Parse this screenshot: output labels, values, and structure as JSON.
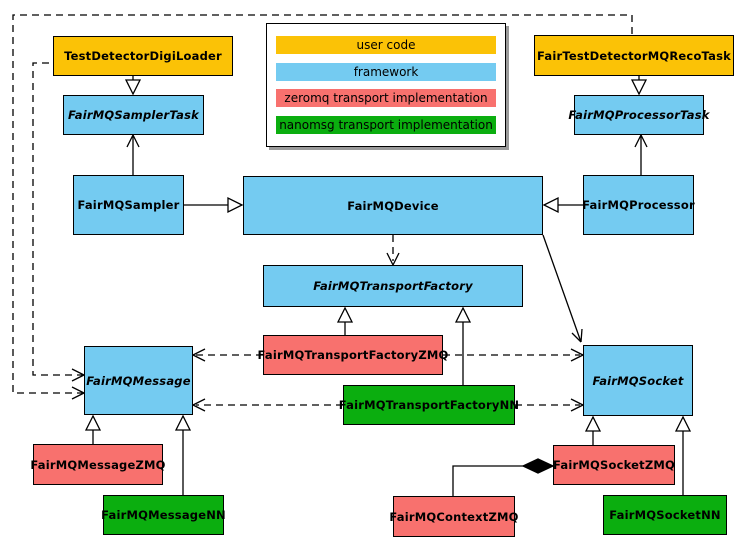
{
  "nodes": {
    "digiloader": {
      "label": "TestDetectorDigiLoader",
      "category": "user code"
    },
    "recotask": {
      "label": "FairTestDetectorMQRecoTask",
      "category": "user code"
    },
    "samplertask": {
      "label": "FairMQSamplerTask",
      "category": "framework",
      "abstract": true
    },
    "processortask": {
      "label": "FairMQProcessorTask",
      "category": "framework",
      "abstract": true
    },
    "sampler": {
      "label": "FairMQSampler",
      "category": "framework"
    },
    "device": {
      "label": "FairMQDevice",
      "category": "framework"
    },
    "processor": {
      "label": "FairMQProcessor",
      "category": "framework"
    },
    "transportfactory": {
      "label": "FairMQTransportFactory",
      "category": "framework",
      "abstract": true
    },
    "transportfactoryzmq": {
      "label": "FairMQTransportFactoryZMQ",
      "category": "zeromq transport implementation"
    },
    "transportfactorynn": {
      "label": "FairMQTransportFactoryNN",
      "category": "nanomsg transport implementation"
    },
    "message": {
      "label": "FairMQMessage",
      "category": "framework",
      "abstract": true
    },
    "socket": {
      "label": "FairMQSocket",
      "category": "framework",
      "abstract": true
    },
    "messagezmq": {
      "label": "FairMQMessageZMQ",
      "category": "zeromq transport implementation"
    },
    "messagenn": {
      "label": "FairMQMessageNN",
      "category": "nanomsg transport implementation"
    },
    "socketzmq": {
      "label": "FairMQSocketZMQ",
      "category": "zeromq transport implementation"
    },
    "socketnn": {
      "label": "FairMQSocketNN",
      "category": "nanomsg transport implementation"
    },
    "contextzmq": {
      "label": "FairMQContextZMQ",
      "category": "zeromq transport implementation"
    }
  },
  "legend": {
    "items": [
      {
        "label": "user code",
        "color": "#FBC206"
      },
      {
        "label": "framework",
        "color": "#74CBF1"
      },
      {
        "label": "zeromq transport implementation",
        "color": "#F8716E"
      },
      {
        "label": "nanomsg transport implementation",
        "color": "#0BAE0F"
      }
    ]
  },
  "edges": [
    {
      "from": "TestDetectorDigiLoader",
      "to": "FairMQSamplerTask",
      "style": "solid-hollow-triangle"
    },
    {
      "from": "FairTestDetectorMQRecoTask",
      "to": "FairMQProcessorTask",
      "style": "solid-hollow-triangle"
    },
    {
      "from": "FairMQSampler",
      "to": "FairMQSamplerTask",
      "style": "solid-open-arrow"
    },
    {
      "from": "FairMQProcessor",
      "to": "FairMQProcessorTask",
      "style": "solid-open-arrow"
    },
    {
      "from": "FairMQSampler",
      "to": "FairMQDevice",
      "style": "solid-hollow-triangle"
    },
    {
      "from": "FairMQProcessor",
      "to": "FairMQDevice",
      "style": "solid-hollow-triangle"
    },
    {
      "from": "FairMQDevice",
      "to": "FairMQTransportFactory",
      "style": "dashed-open-arrow"
    },
    {
      "from": "FairMQDevice",
      "to": "FairMQSocket",
      "style": "solid-open-arrow"
    },
    {
      "from": "FairMQTransportFactoryZMQ",
      "to": "FairMQTransportFactory",
      "style": "solid-hollow-triangle"
    },
    {
      "from": "FairMQTransportFactoryNN",
      "to": "FairMQTransportFactory",
      "style": "solid-hollow-triangle"
    },
    {
      "from": "FairMQTransportFactoryZMQ",
      "to": "FairMQMessage",
      "style": "dashed-open-arrow"
    },
    {
      "from": "FairMQTransportFactoryZMQ",
      "to": "FairMQSocket",
      "style": "dashed-open-arrow"
    },
    {
      "from": "FairMQTransportFactoryNN",
      "to": "FairMQMessage",
      "style": "dashed-open-arrow"
    },
    {
      "from": "FairMQTransportFactoryNN",
      "to": "FairMQSocket",
      "style": "dashed-open-arrow"
    },
    {
      "from": "TestDetectorDigiLoader",
      "to": "FairMQMessage",
      "style": "dashed-open-arrow"
    },
    {
      "from": "FairTestDetectorMQRecoTask",
      "to": "FairMQMessage",
      "style": "dashed-open-arrow"
    },
    {
      "from": "FairMQMessageZMQ",
      "to": "FairMQMessage",
      "style": "solid-hollow-triangle"
    },
    {
      "from": "FairMQMessageNN",
      "to": "FairMQMessage",
      "style": "solid-hollow-triangle"
    },
    {
      "from": "FairMQSocketZMQ",
      "to": "FairMQSocket",
      "style": "solid-hollow-triangle"
    },
    {
      "from": "FairMQSocketNN",
      "to": "FairMQSocket",
      "style": "solid-hollow-triangle"
    },
    {
      "from": "FairMQSocketZMQ",
      "to": "FairMQContextZMQ",
      "style": "solid-filled-diamond"
    }
  ]
}
